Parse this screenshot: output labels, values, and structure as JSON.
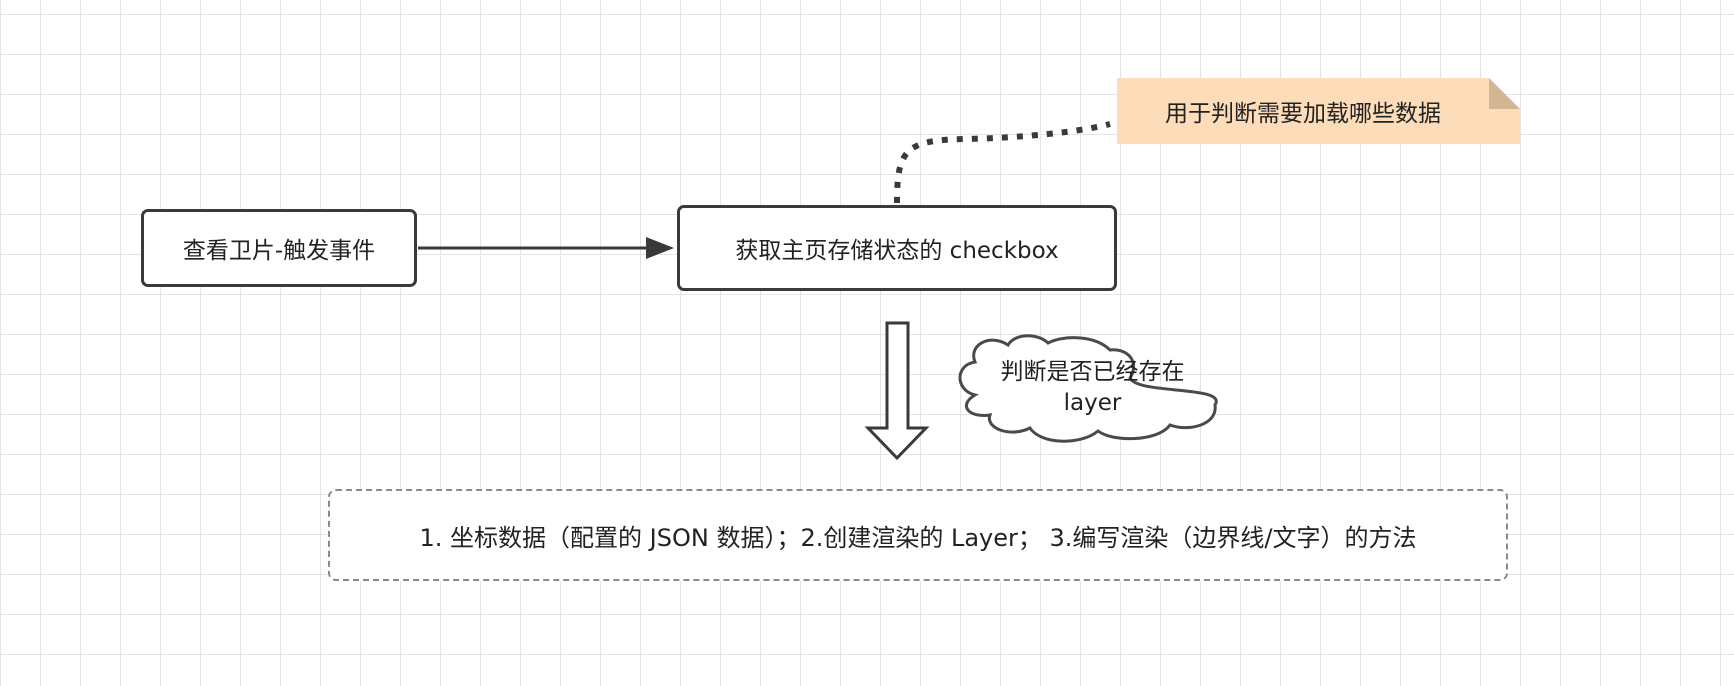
{
  "diagram": {
    "nodes": {
      "view_card": {
        "label": "查看卫片-触发事件"
      },
      "get_checkbox": {
        "label": "获取主页存储状态的 checkbox"
      },
      "steps": {
        "label": "1. 坐标数据（配置的 JSON 数据）；2.创建渲染的 Layer； 3.编写渲染（边界线/文字）的方法"
      }
    },
    "note": {
      "label": "用于判断需要加载哪些数据",
      "color": "#fcdcb9",
      "fold_color": "#d3b594"
    },
    "cloud": {
      "line1": "判断是否已经存在",
      "line2": "layer"
    },
    "colors": {
      "stroke": "#3a3a3a",
      "grid": "#e4e4e4",
      "dashed_border": "#8a8a8a"
    }
  }
}
